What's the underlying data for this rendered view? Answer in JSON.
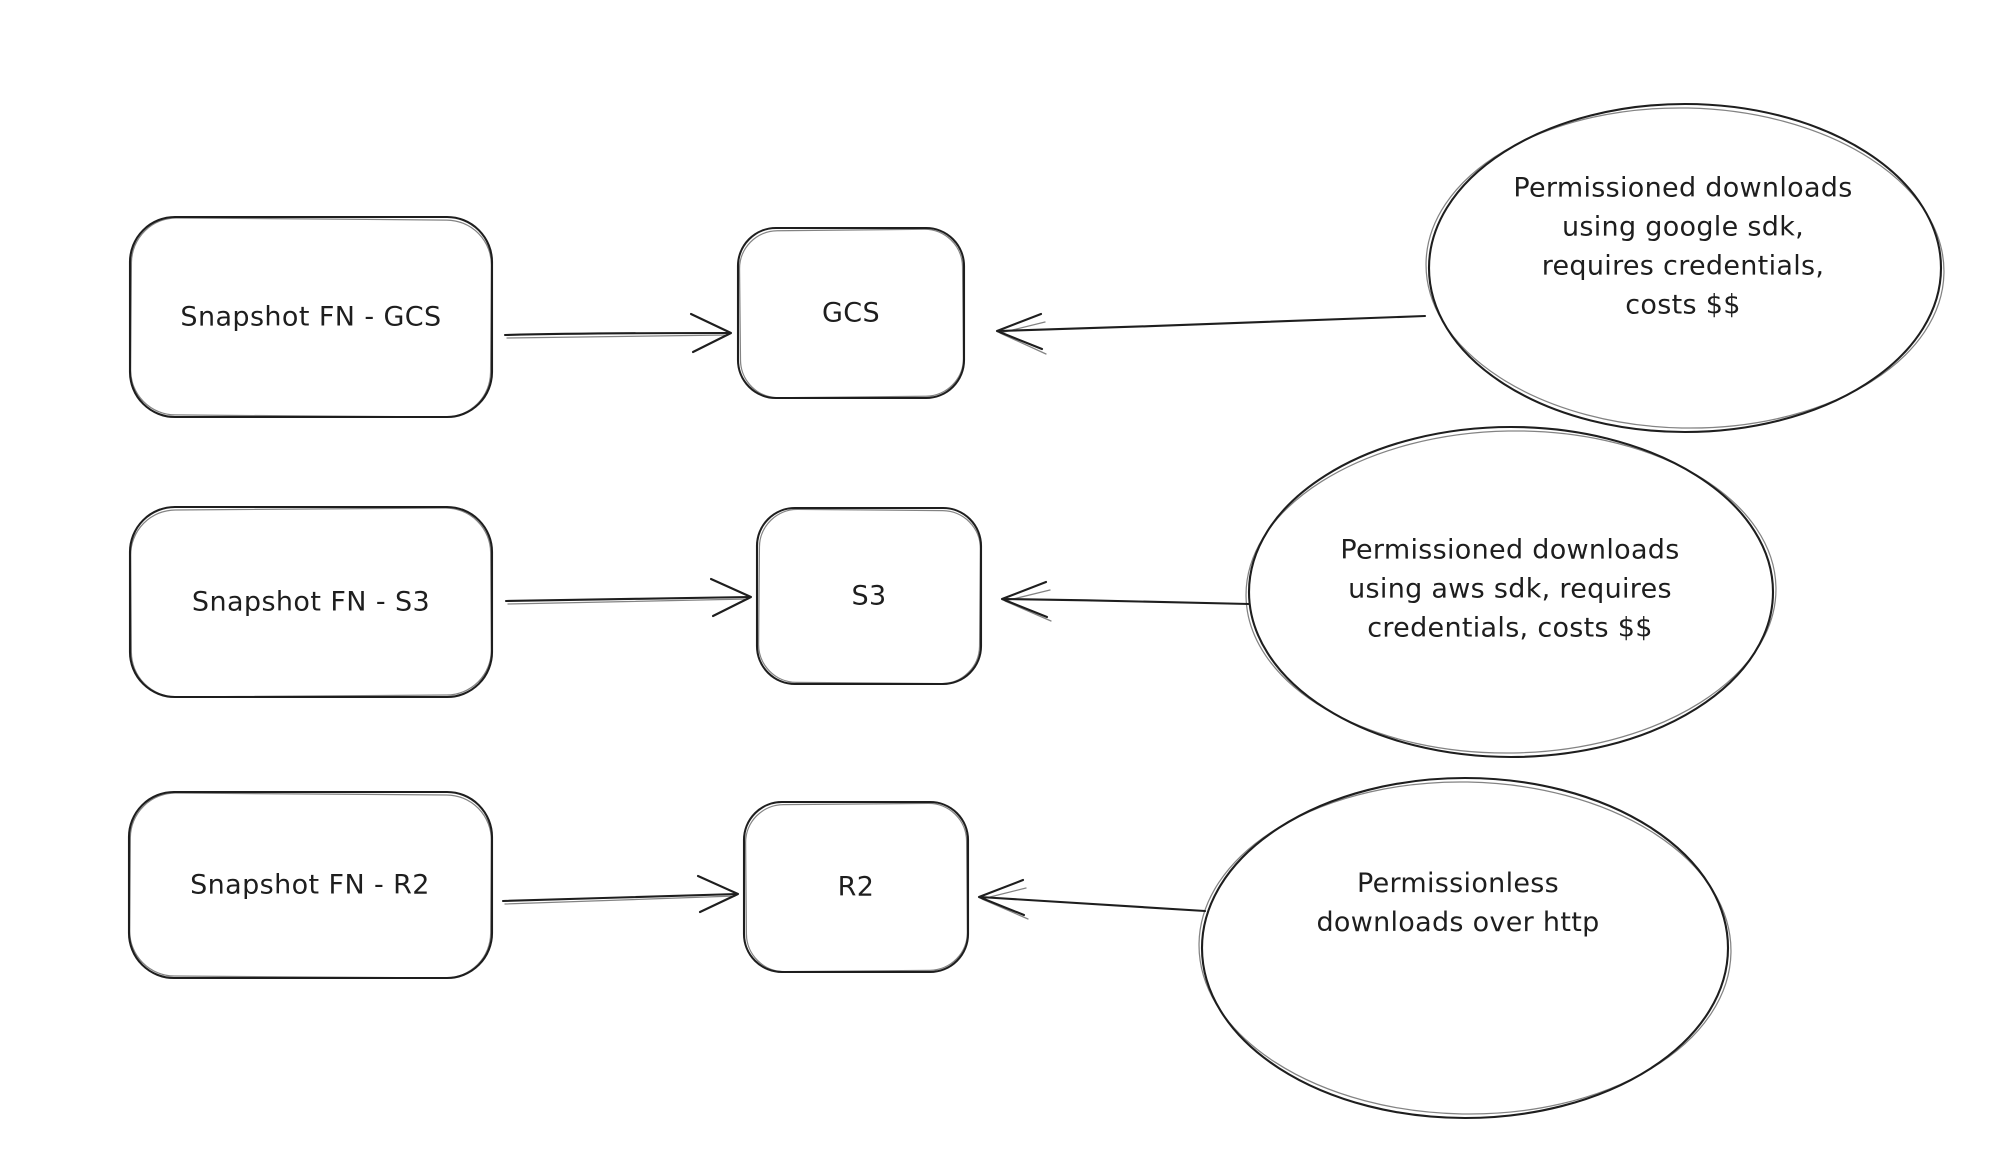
{
  "canvas": {
    "ink_color": "#1e1e1e",
    "background_color": "#ffffff"
  },
  "rows": [
    {
      "source_label": "Snapshot FN - GCS",
      "target_label": "GCS",
      "note_lines": [
        "Permissioned downloads",
        "using google sdk,",
        "requires credentials,",
        "costs $$"
      ]
    },
    {
      "source_label": "Snapshot FN - S3",
      "target_label": "S3",
      "note_lines": [
        "Permissioned downloads",
        "using aws sdk, requires",
        "credentials, costs $$"
      ]
    },
    {
      "source_label": "Snapshot FN - R2",
      "target_label": "R2",
      "note_lines": [
        "Permissionless",
        "downloads over http"
      ]
    }
  ]
}
